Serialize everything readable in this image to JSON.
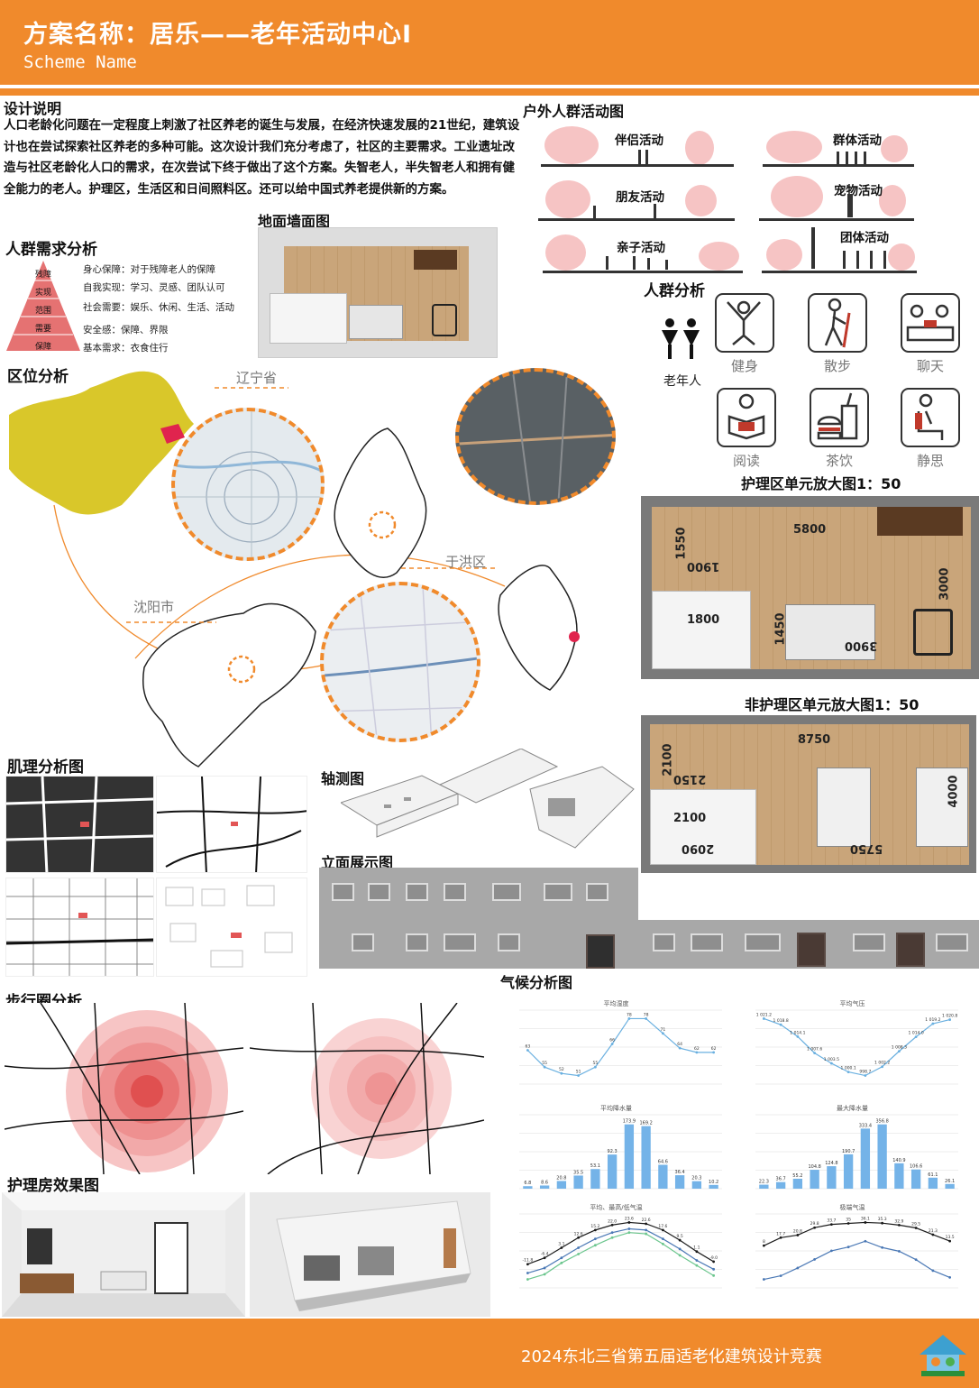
{
  "header": {
    "title": "方案名称：居乐——老年活动中心Ⅰ",
    "subtitle": "Scheme Name"
  },
  "design": {
    "heading": "设计说明",
    "text": "人口老龄化问题在一定程度上刺激了社区养老的诞生与发展，在经济快速发展的21世纪，建筑设计也在尝试探索社区养老的多种可能。这次设计我们充分考虑了，社区的主要需求。工业遗址改造与社区老龄化人口的需求，在次尝试下终于做出了这个方案。失智老人，半失智老人和拥有健全能力的老人。护理区，生活区和日间照料区。还可以给中国式养老提供新的方案。"
  },
  "needs": {
    "heading": "人群需求分析",
    "pyramid": [
      "残障",
      "实现",
      "范围",
      "需要",
      "保障"
    ],
    "items": [
      "身心保障：对于残障老人的保障",
      "自我实现：学习、灵感、团队认可",
      "社会需要：娱乐、休闲、生活、活动",
      "安全感：保障、界限",
      "基本需求：衣食住行"
    ]
  },
  "floor_plan": {
    "heading": "地面墙面图"
  },
  "location": {
    "heading": "区位分析",
    "labels": [
      "辽宁省",
      "沈阳市",
      "于洪区"
    ]
  },
  "outdoor": {
    "heading": "户外人群活动图",
    "activities": [
      "伴侣活动",
      "群体活动",
      "朋友活动",
      "宠物活动",
      "亲子活动",
      "团体活动"
    ]
  },
  "crowd": {
    "heading": "人群分析",
    "elder_label": "老年人",
    "icons": [
      {
        "label": "健身",
        "icon": "fitness-icon"
      },
      {
        "label": "散步",
        "icon": "walking-icon"
      },
      {
        "label": "聊天",
        "icon": "chat-icon"
      },
      {
        "label": "阅读",
        "icon": "reading-icon"
      },
      {
        "label": "茶饮",
        "icon": "tea-icon"
      },
      {
        "label": "静思",
        "icon": "meditation-icon"
      }
    ]
  },
  "nursing_unit": {
    "heading": "护理区单元放大图1：50",
    "dims": [
      "5800",
      "1550",
      "1900",
      "3000",
      "1800",
      "1450",
      "3900"
    ]
  },
  "non_nursing_unit": {
    "heading": "非护理区单元放大图1：50",
    "dims": [
      "8750",
      "2100",
      "2150",
      "4000",
      "2100",
      "2090",
      "5750"
    ]
  },
  "texture": {
    "heading": "肌理分析图"
  },
  "axon": {
    "heading": "轴测图"
  },
  "elevation": {
    "heading": "立面展示图"
  },
  "walk": {
    "heading": "步行圈分析"
  },
  "climate": {
    "heading": "气候分析图",
    "charts": [
      {
        "title": "平均湿度",
        "type": "line",
        "values": [
          63,
          55,
          52,
          51,
          55,
          66,
          78,
          78,
          71,
          64,
          62,
          62
        ],
        "labels": [
          "63",
          "55",
          "52",
          "51",
          "55",
          "66",
          "78",
          "78",
          "71",
          "64",
          "62",
          "62"
        ]
      },
      {
        "title": "平均气压",
        "type": "line",
        "values": [
          1021.2,
          1018.8,
          1014.1,
          1007.6,
          1003.5,
          1000.1,
          998.7,
          1002.2,
          1008.3,
          1014.0,
          1019.2,
          1020.8
        ],
        "labels": [
          "1 021.2",
          "1 018.8",
          "1 014.1",
          "1 007.6",
          "1 003.5",
          "1 000.1",
          "998.7",
          "1 002.2",
          "1 008.3",
          "1 014.0",
          "1 019.2",
          "1 020.8"
        ]
      },
      {
        "title": "平均降水量",
        "type": "bar",
        "values": [
          6.8,
          8.6,
          20.8,
          35.5,
          53.1,
          92.3,
          173.9,
          169.2,
          64.6,
          36.4,
          20.3,
          10.2
        ],
        "labels": [
          "6.8",
          "8.6",
          "20.8",
          "35.5",
          "53.1",
          "92.3",
          "173.9",
          "169.2",
          "64.6",
          "36.4",
          "20.3",
          "10.2"
        ]
      },
      {
        "title": "最大降水量",
        "type": "bar",
        "values": [
          22.3,
          36.7,
          55.2,
          104.8,
          124.8,
          190.7,
          333.4,
          356.8,
          140.9,
          106.6,
          61.1,
          26.1
        ],
        "labels": [
          "22.3",
          "36.7",
          "55.2",
          "104.8",
          "124.8",
          "190.7",
          "333.4",
          "356.8",
          "140.9",
          "106.6",
          "61.1",
          "26.1"
        ]
      },
      {
        "title": "平均、最高/低气温",
        "type": "multiline",
        "series": [
          {
            "values": [
              -5,
              0,
              8,
              16,
              22,
              26,
              28,
              27,
              22,
              14,
              5,
              -3
            ]
          },
          {
            "values": [
              -12,
              -8,
              0,
              8,
              15,
              20,
              23,
              22,
              15,
              7,
              -2,
              -9
            ]
          },
          {
            "values": [
              -17,
              -13,
              -4,
              3,
              10,
              16,
              20,
              19,
              11,
              2,
              -6,
              -14
            ]
          }
        ],
        "labels": [
          "-11.8",
          "-6.4",
          "3.1",
          "12.6",
          "15.2",
          "22.0",
          "23.6",
          "22.6",
          "17.6",
          "9.5",
          "1.1",
          "-9.0"
        ]
      },
      {
        "title": "极端气温",
        "type": "multiline",
        "series": [
          {
            "values": [
              8,
              17.7,
              20.8,
              29.8,
              33.7,
              35,
              36.1,
              35.3,
              32.9,
              29.5,
              21.3,
              13.5
            ]
          },
          {
            "values": [
              -32.9,
              -28.6,
              -19.1,
              -8.7,
              1.7,
              6.3,
              13.4,
              5.7,
              1.2,
              -9.0,
              -22.3,
              -30.6
            ]
          }
        ],
        "labels": [
          "8",
          "17.7",
          "20.8",
          "29.8",
          "33.7",
          "35",
          "36.1",
          "35.3",
          "32.9",
          "29.5",
          "21.3",
          "13.5"
        ]
      }
    ]
  },
  "effect": {
    "heading": "护理房效果图"
  },
  "footer": {
    "text": "2024东北三省第五届适老化建筑设计竞赛"
  },
  "colors": {
    "accent": "#f08a2c",
    "pink": "#f6c4c4",
    "yellow": "#d9c72a",
    "bar": "#74b3e8"
  }
}
